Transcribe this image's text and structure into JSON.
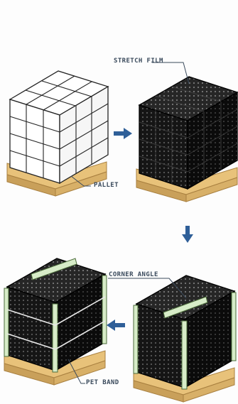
{
  "labels": {
    "stretch_film": "STRETCH FILM",
    "pallet": "PALLET",
    "corner_angle": "CORNER ANGLE",
    "pet_band": "PET BAND"
  },
  "colors": {
    "arrow": "#2f5f98",
    "pallet_wood": "#e8c27a",
    "pallet_dark": "#c9a05a",
    "film_black": "#111111",
    "corner_green": "#d7ecc8",
    "leader_line": "#3a4a5c"
  }
}
